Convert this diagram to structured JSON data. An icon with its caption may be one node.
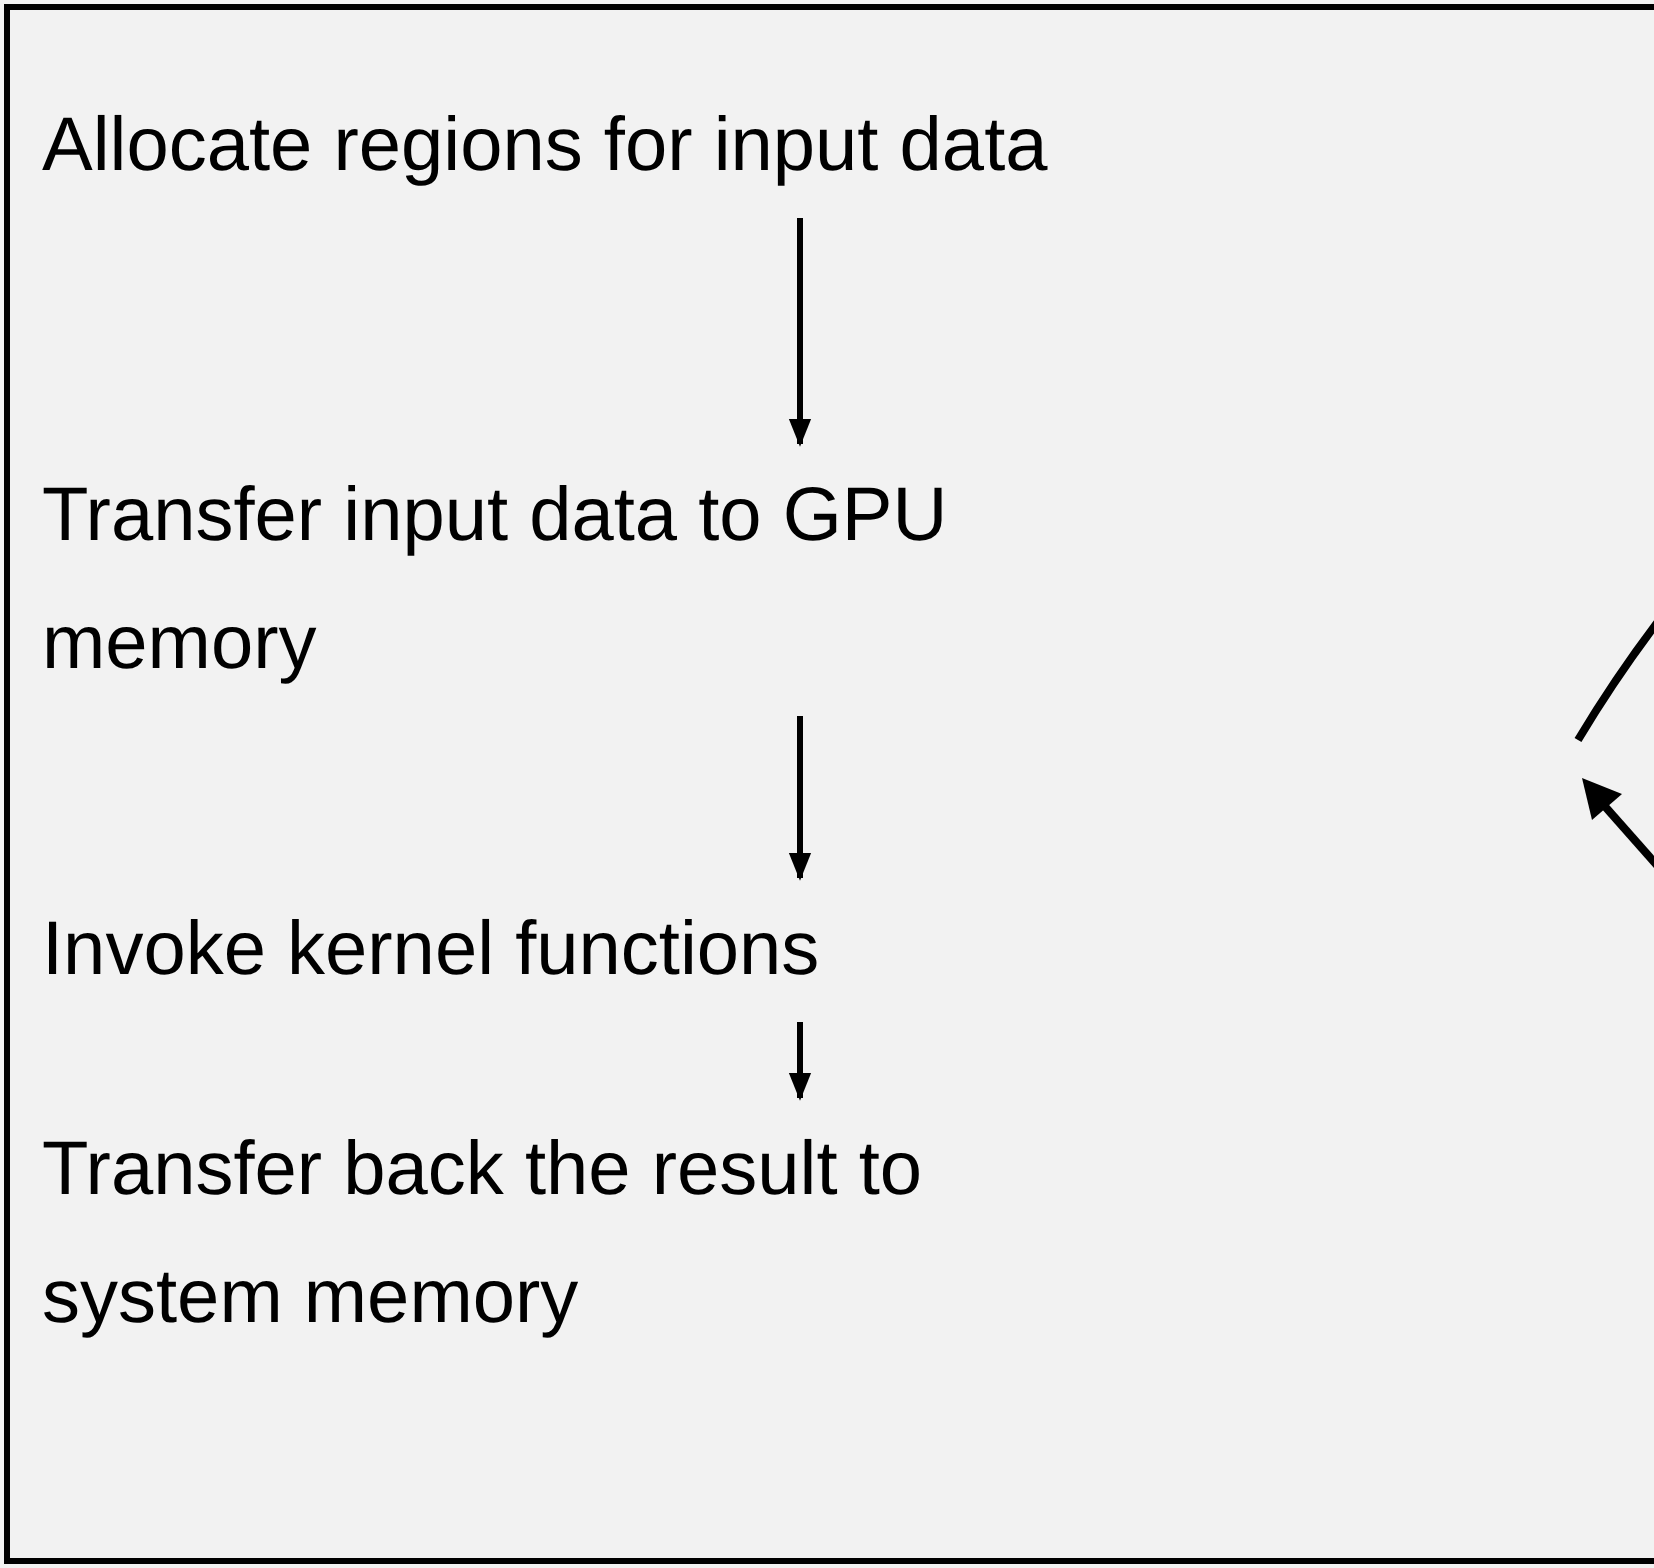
{
  "diagram": {
    "nodes": [
      {
        "text": [],
        "shape": "box"
      },
      {
        "text": [
          "Allocate regions for input data"
        ],
        "in": 0
      },
      {
        "text": [
          "Transfer input data to GPU memory"
        ],
        "in": 0
      },
      {
        "text": [
          "Invoke kernel functions"
        ],
        "in": 0
      },
      {
        "text": [
          "Transfer back the result to system memory"
        ],
        "in": 0
      }
    ],
    "edges": [
      {
        "from": 1,
        "to": 2,
        "arrow": "to"
      },
      {
        "from": 2,
        "to": 3,
        "arrow": "to"
      },
      {
        "from": 3,
        "to": 4,
        "arrow": "to"
      }
    ]
  }
}
